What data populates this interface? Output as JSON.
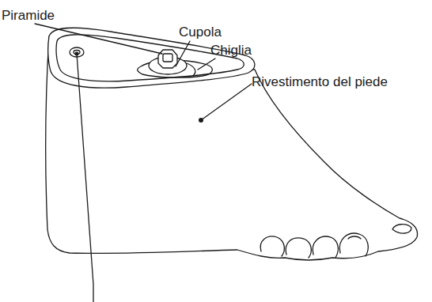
{
  "diagram": {
    "labels": [
      "Piramide",
      "Cupola",
      "Chiglia",
      "Rivestimento del piede"
    ]
  }
}
